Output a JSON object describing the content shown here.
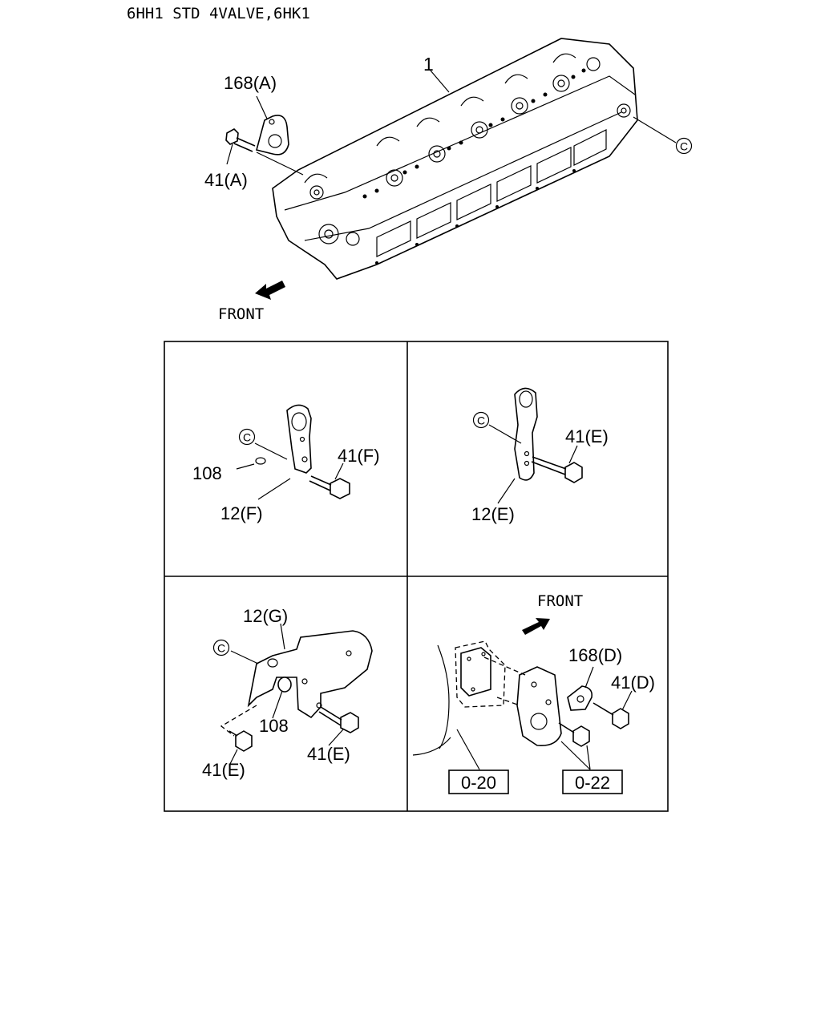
{
  "title": "6HH1 STD 4VALVE,6HK1",
  "main": {
    "callout_head": "1",
    "callout_gasket_a": "168(A)",
    "callout_bolt_a": "41(A)",
    "callout_c": "C",
    "front": "FRONT"
  },
  "panels": {
    "top_left": {
      "c": "C",
      "ring": "108",
      "bracket": "12(F)",
      "bolt": "41(F)"
    },
    "top_right": {
      "c": "C",
      "bracket": "12(E)",
      "bolt": "41(E)"
    },
    "bottom_left": {
      "c": "C",
      "bracket": "12(G)",
      "ring": "108",
      "bolt_left": "41(E)",
      "bolt_right": "41(E)"
    },
    "bottom_right": {
      "front": "FRONT",
      "gasket": "168(D)",
      "bolt": "41(D)",
      "ref_left": "0-20",
      "ref_right": "0-22"
    }
  }
}
